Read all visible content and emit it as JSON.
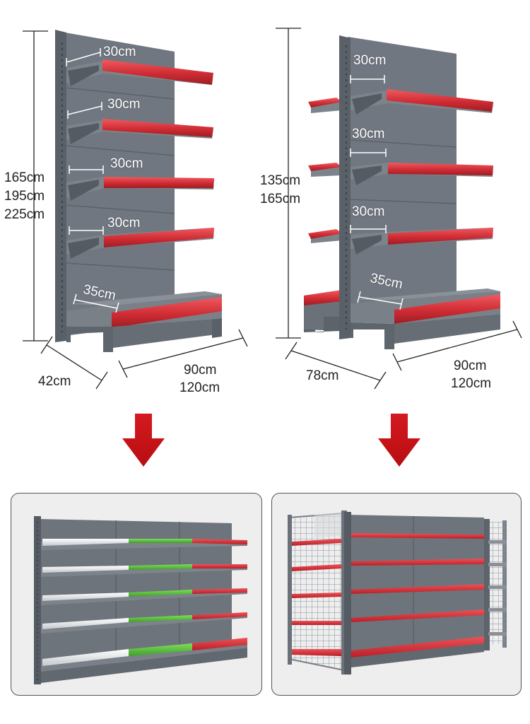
{
  "colors": {
    "steel": "#6b7178",
    "steel_dark": "#4e545b",
    "steel_light": "#868c93",
    "rail_red": "#d6323a",
    "rail_green": "#5cc43e",
    "rail_white": "#eef0f1",
    "arrow_red": "#cc1116",
    "panel_bg": "#eeeeee",
    "dim_line": "#222222"
  },
  "left_shelf": {
    "height_labels": [
      "165cm",
      "195cm",
      "225cm"
    ],
    "shelf_depths": [
      "30cm",
      "30cm",
      "30cm",
      "30cm"
    ],
    "base_depth": "35cm",
    "side_depth": "42cm",
    "width_labels": [
      "90cm",
      "120cm"
    ]
  },
  "right_shelf": {
    "height_labels": [
      "135cm",
      "165cm"
    ],
    "shelf_depths": [
      "30cm",
      "30cm",
      "30cm"
    ],
    "base_depth": "35cm",
    "side_depth": "78cm",
    "width_labels": [
      "90cm",
      "120cm"
    ]
  },
  "arrows": [
    {
      "direction": "down-arrow-icon"
    },
    {
      "direction": "down-arrow-icon"
    }
  ],
  "bottom_left_photo": {
    "rail_colors_per_bay": [
      "white",
      "green",
      "red"
    ],
    "shelf_rows": 5
  },
  "bottom_right_photo": {
    "rail_color": "red",
    "shelf_rows": 5,
    "has_wire_mesh_end": true
  }
}
